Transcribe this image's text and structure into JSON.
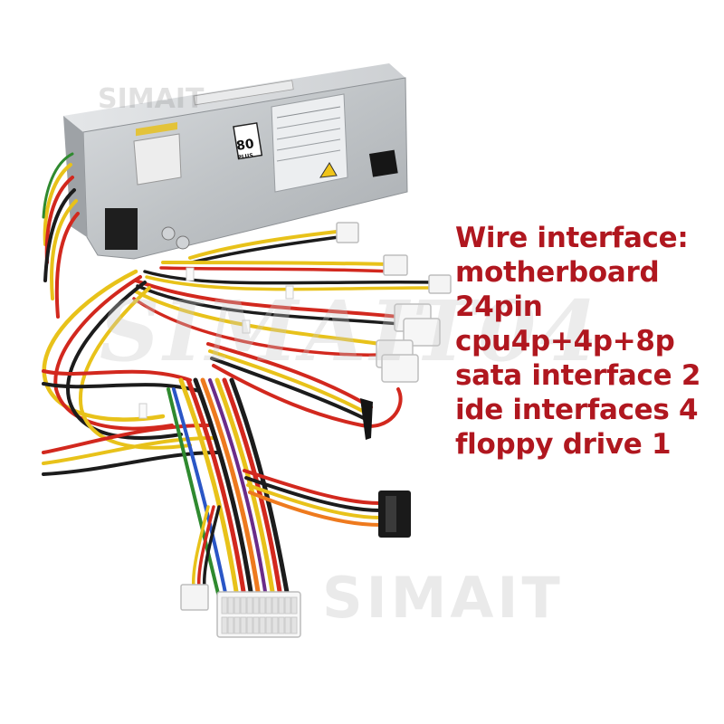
{
  "caption": {
    "lines": [
      "Wire interface:",
      "motherboard",
      "24pin",
      "cpu4p+4p+8p",
      "sata interface 2",
      "ide interfaces 4",
      "floppy drive 1"
    ],
    "color": "#b0171f"
  },
  "watermarks": {
    "top": "SIMAIT",
    "middle": "SIMAIT04",
    "bottom": "SIMAIT"
  },
  "psu": {
    "badge": "80",
    "badge_sub": "PLUS"
  },
  "colors": {
    "wire_yellow": "#e8c21a",
    "wire_red": "#d2281e",
    "wire_black": "#1c1c1c",
    "wire_orange": "#ee7a1e",
    "wire_purple": "#6a2c8a",
    "wire_blue": "#2a56c6",
    "wire_green": "#2f8a2f",
    "psu_metal": "#c3c6c9"
  }
}
